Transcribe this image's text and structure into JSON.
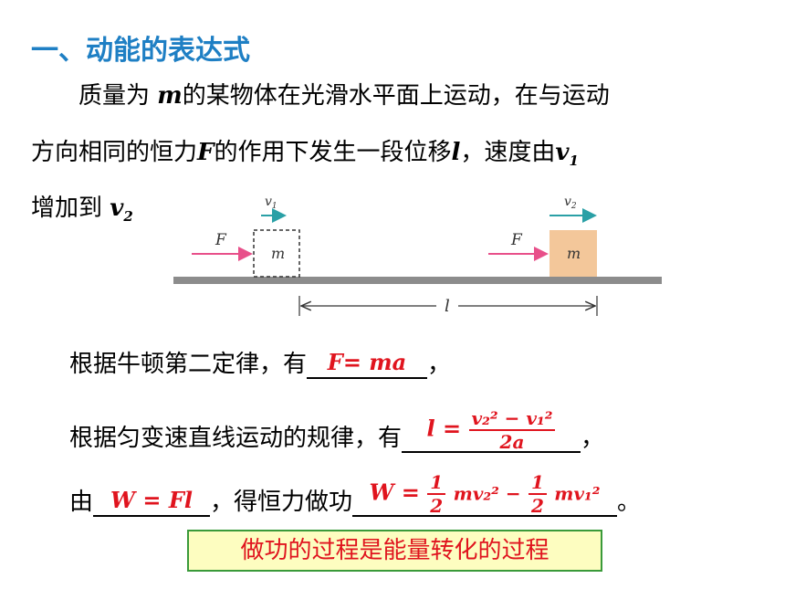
{
  "title": "一、动能的表达式",
  "intro": {
    "line1_a": "质量为 ",
    "line1_var": "m",
    "line1_b": "的某物体在光滑水平面上运动，在与运动",
    "line2_a": "方向相同的恒力",
    "line2_var_F": "F",
    "line2_b": "的作用下发生一段位移",
    "line2_var_l": "l",
    "line2_c": "，速度由",
    "line2_var_v": "v",
    "line2_sub": "1",
    "line3_a": "增加到 ",
    "line3_var_v": "v",
    "line3_sub": "2"
  },
  "diagram": {
    "force_label": "F",
    "v1_label": "v",
    "v1_sub": "1",
    "v2_label": "v",
    "v2_sub": "2",
    "mass_label": "m",
    "displacement_label": "l",
    "colors": {
      "arrow": "#e8508a",
      "velocity_arrow": "#2aa0a6",
      "block": "#f3c79a",
      "ground": "#8c8c8c"
    }
  },
  "derivation": {
    "step1_prefix": "根据牛顿第二定律，有",
    "step1_answer": "F= ma",
    "step1_suffix": "，",
    "step2_prefix": "根据匀变速直线运动的规律，有",
    "step2_answer_lhs": "l =",
    "step2_answer_num": "v₂² − v₁²",
    "step2_answer_den": "2a",
    "step2_suffix": "，",
    "step3_prefix": "由",
    "step3_answer1": "W = Fl",
    "step3_mid": "，得恒力做功",
    "step3_answer2_lhs": "W =",
    "step3_frac_num": "1",
    "step3_frac_den": "2",
    "step3_term1": "mv₂² −",
    "step3_term2": "mv₁²",
    "step3_suffix": "。"
  },
  "note": "做功的过程是能量转化的过程"
}
